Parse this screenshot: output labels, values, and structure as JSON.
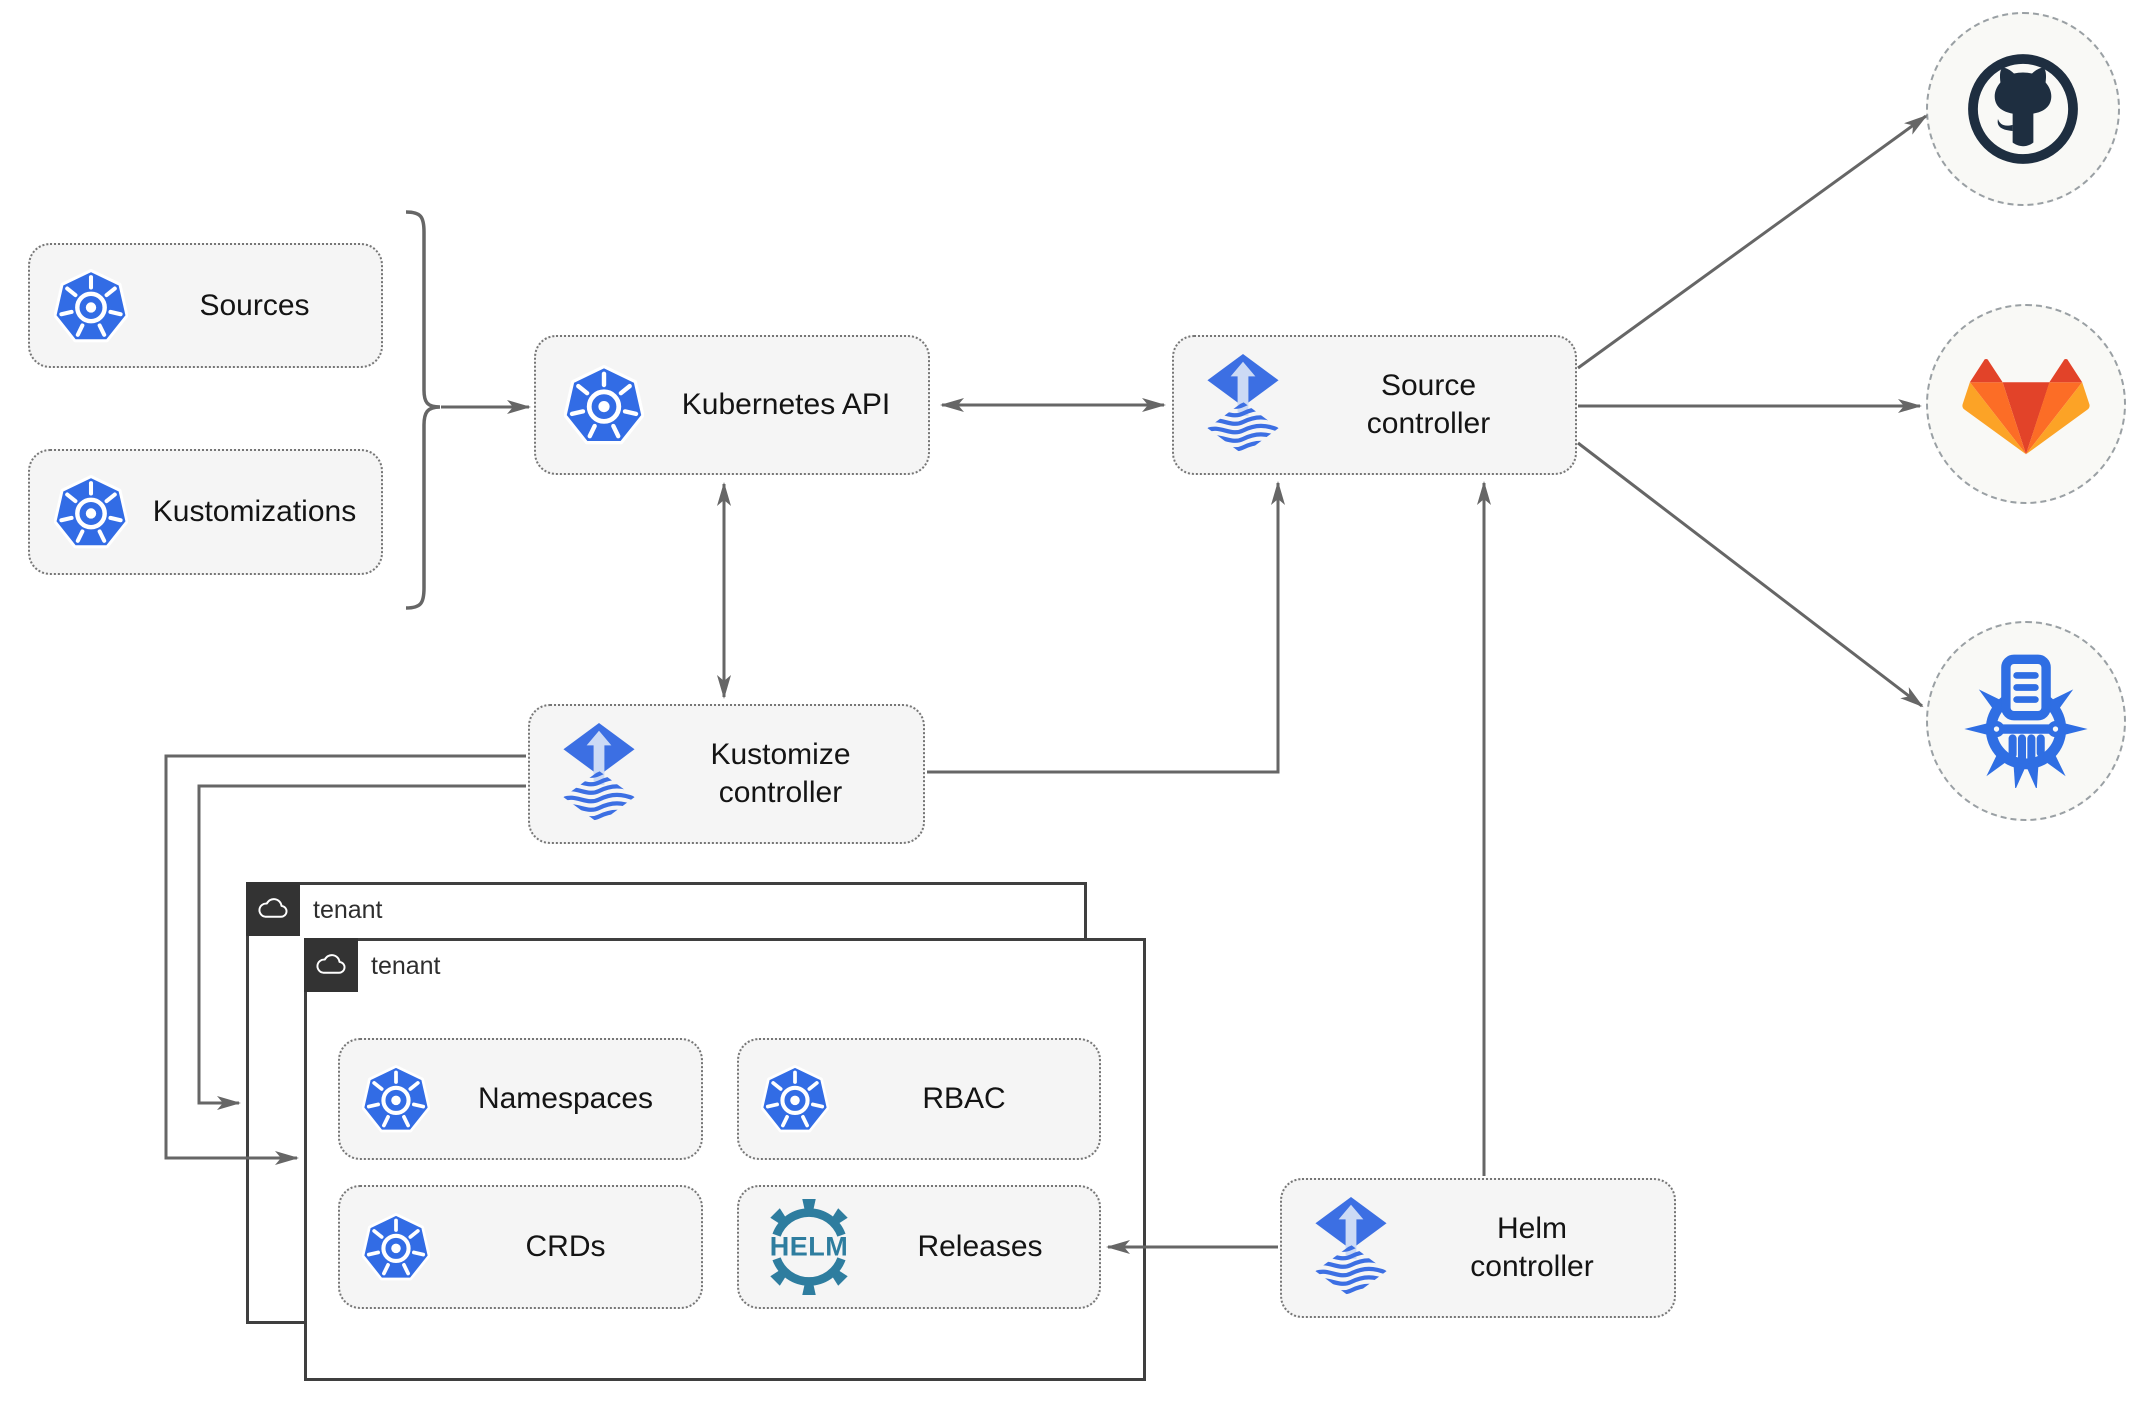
{
  "nodes": {
    "sources": {
      "label": "Sources"
    },
    "kustomizations": {
      "label": "Kustomizations"
    },
    "kubernetes_api": {
      "label": "Kubernetes API"
    },
    "source_controller": {
      "line1": "Source",
      "line2": "controller"
    },
    "kustomize_controller": {
      "line1": "Kustomize",
      "line2": "controller"
    },
    "helm_controller": {
      "line1": "Helm",
      "line2": "controller"
    },
    "outer_tenant": {
      "label": "tenant"
    },
    "inner_tenant": {
      "label": "tenant"
    },
    "namespaces": {
      "label": "Namespaces"
    },
    "rbac": {
      "label": "RBAC"
    },
    "crds": {
      "label": "CRDs"
    },
    "releases": {
      "label": "Releases"
    }
  },
  "helm_logo": {
    "text": "HELM"
  },
  "icons": {
    "kubernetes": "kubernetes-logo-icon",
    "flux": "flux-logo-icon",
    "helm": "helm-logo-icon",
    "github": "github-logo-icon",
    "gitlab": "gitlab-logo-icon",
    "registry": "manifest-registry-icon",
    "cloud": "cloud-icon"
  },
  "colors": {
    "kubernetes_blue": "#326ce5",
    "flux_blue": "#3c6fe3",
    "flux_arrow_light": "#ccdaf5",
    "helm_teal": "#2e7d9f",
    "github_dark": "#1e2e40",
    "gitlab_red": "#e24329",
    "gitlab_orange": "#fc6d26",
    "gitlab_yellow": "#fca326",
    "node_fill": "#f5f5f5",
    "arrow_gray": "#666666",
    "tenant_border": "#3f3f3f",
    "tenant_tab_bg": "#333333"
  }
}
